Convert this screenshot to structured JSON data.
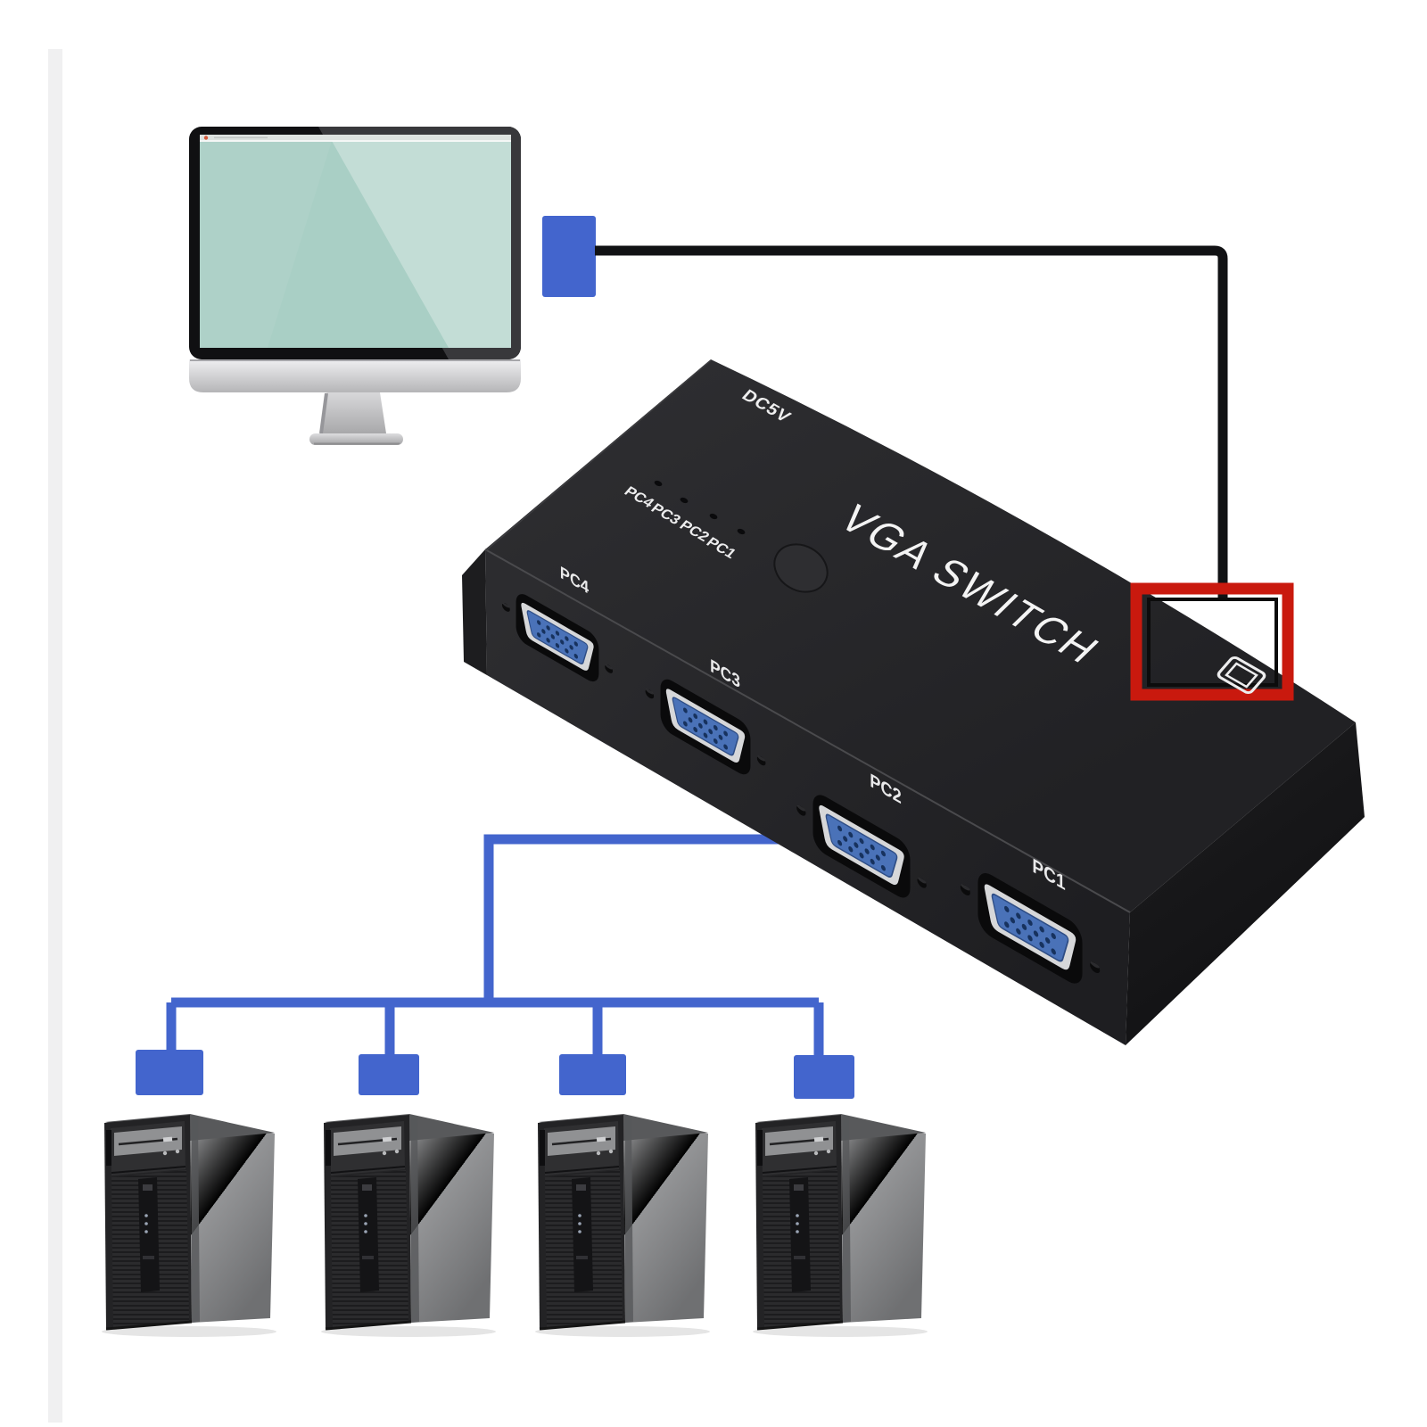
{
  "diagram": {
    "kind": "vga-switch-connection-diagram",
    "background": "#ffffff",
    "accent_blue": "#4365cd",
    "highlight_red": "#c9190e"
  },
  "monitor": {
    "screen_color": "#a9cfc5",
    "bezel_color": "#121214",
    "chin_color": "#d9d9db"
  },
  "switch_device": {
    "name_label": "VGA SWITCH",
    "power_label": "DC5V",
    "body_color": "#232326",
    "port_blue": "#4a72b8",
    "port_silver": "#d6d7d9",
    "led_labels": [
      "PC4",
      "PC3",
      "PC2",
      "PC1"
    ],
    "port_labels": [
      "PC4",
      "PC3",
      "PC2",
      "PC1"
    ],
    "output_icon": "monitor-output-icon",
    "output_highlight": "red-rectangle"
  },
  "computers": {
    "count": 4
  }
}
